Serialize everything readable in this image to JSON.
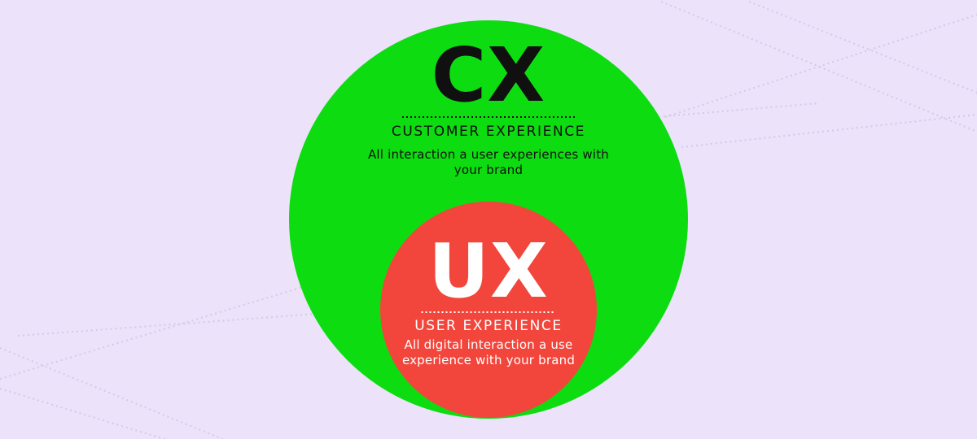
{
  "canvas": {
    "background_color": "#ece2f9",
    "dotted_line_color": "#d4c5e8"
  },
  "diagram": {
    "outer_circle": {
      "abbr": "CX",
      "title": "CUSTOMER EXPERIENCE",
      "description": "All interaction a user experiences with\nyour brand",
      "color": "#0ddc10",
      "text_color": "#101010"
    },
    "inner_circle": {
      "abbr": "UX",
      "title": "USER EXPERIENCE",
      "description": "All digital interaction a use\nexperience with your brand",
      "color": "#f2463c",
      "text_color": "#ffffff"
    }
  }
}
